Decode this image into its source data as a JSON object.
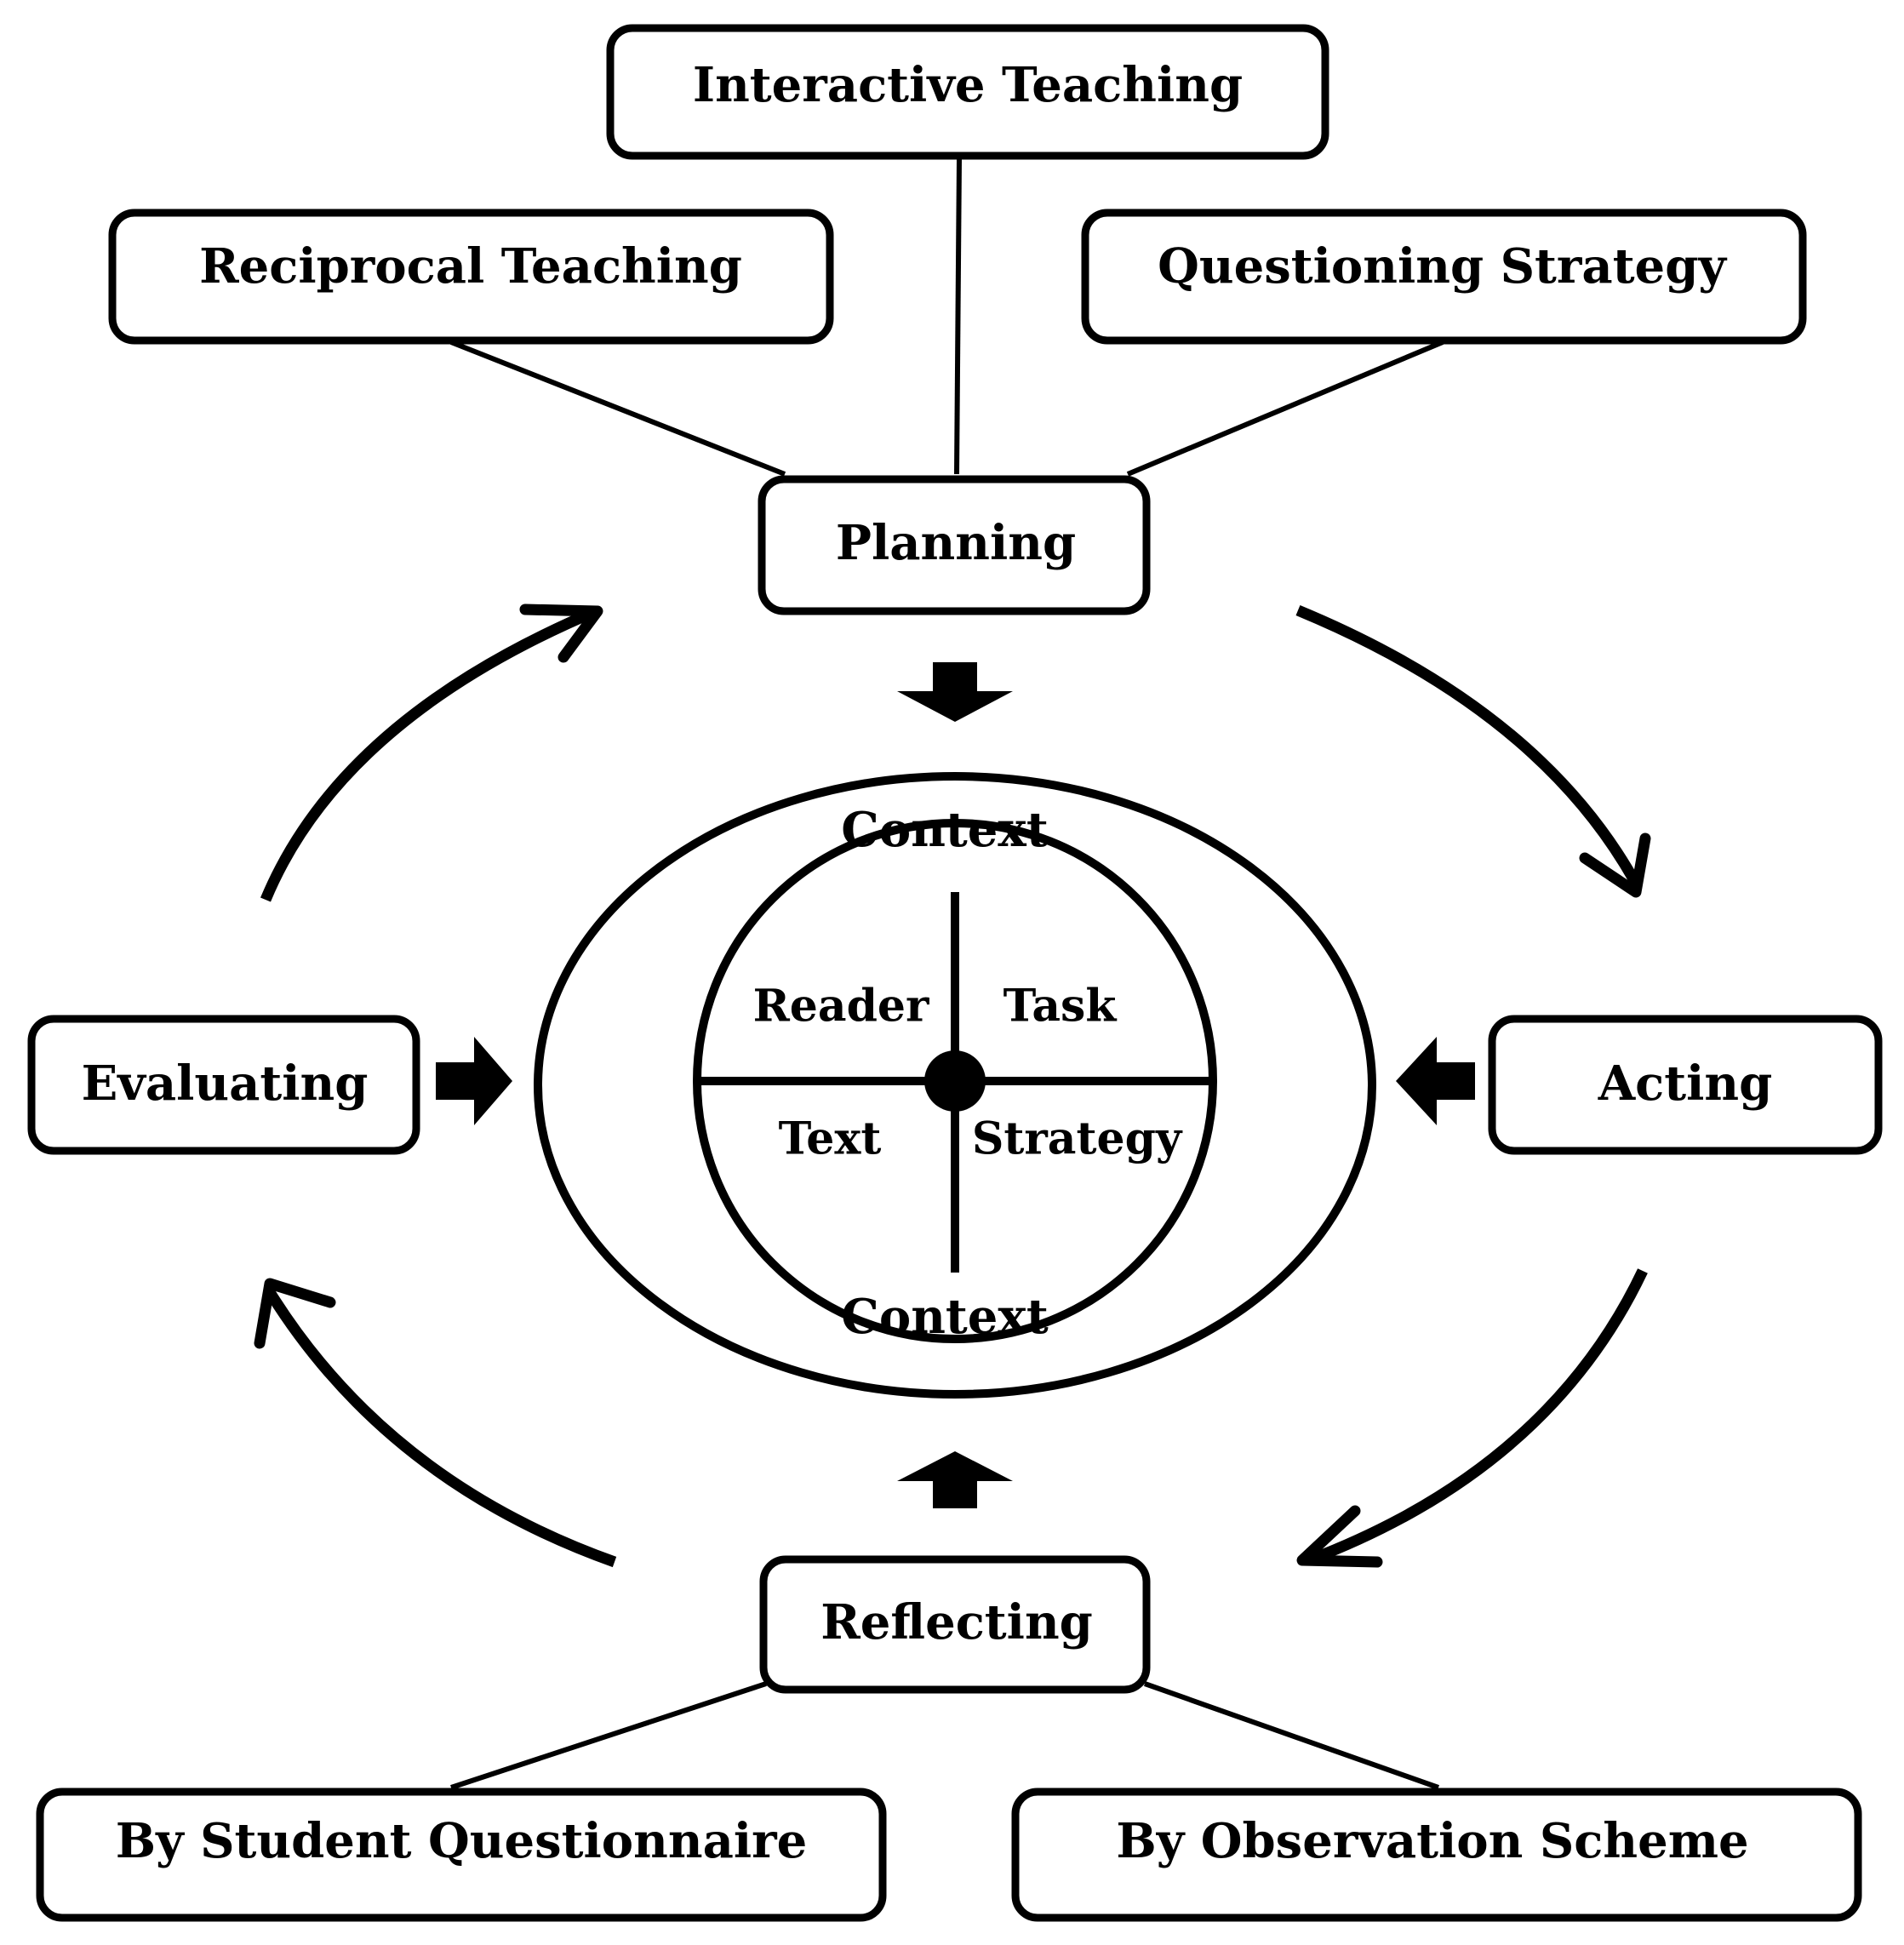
{
  "strategies": {
    "interactive_teaching": "Interactive Teaching",
    "reciprocal_teaching": "Reciprocal Teaching",
    "questioning_strategy": "Questioning Strategy"
  },
  "cycle": {
    "planning": "Planning",
    "acting": "Acting",
    "reflecting": "Reflecting",
    "evaluating": "Evaluating"
  },
  "center": {
    "context_top": "Context",
    "context_bottom": "Context",
    "reader": "Reader",
    "task": "Task",
    "text": "Text",
    "strategy": "Strategy"
  },
  "reflection_methods": {
    "student_questionnaire": "By Student Questionnaire",
    "observation_scheme": "By Observation Scheme"
  },
  "colors": {
    "stroke": "#000000",
    "background": "#ffffff"
  }
}
